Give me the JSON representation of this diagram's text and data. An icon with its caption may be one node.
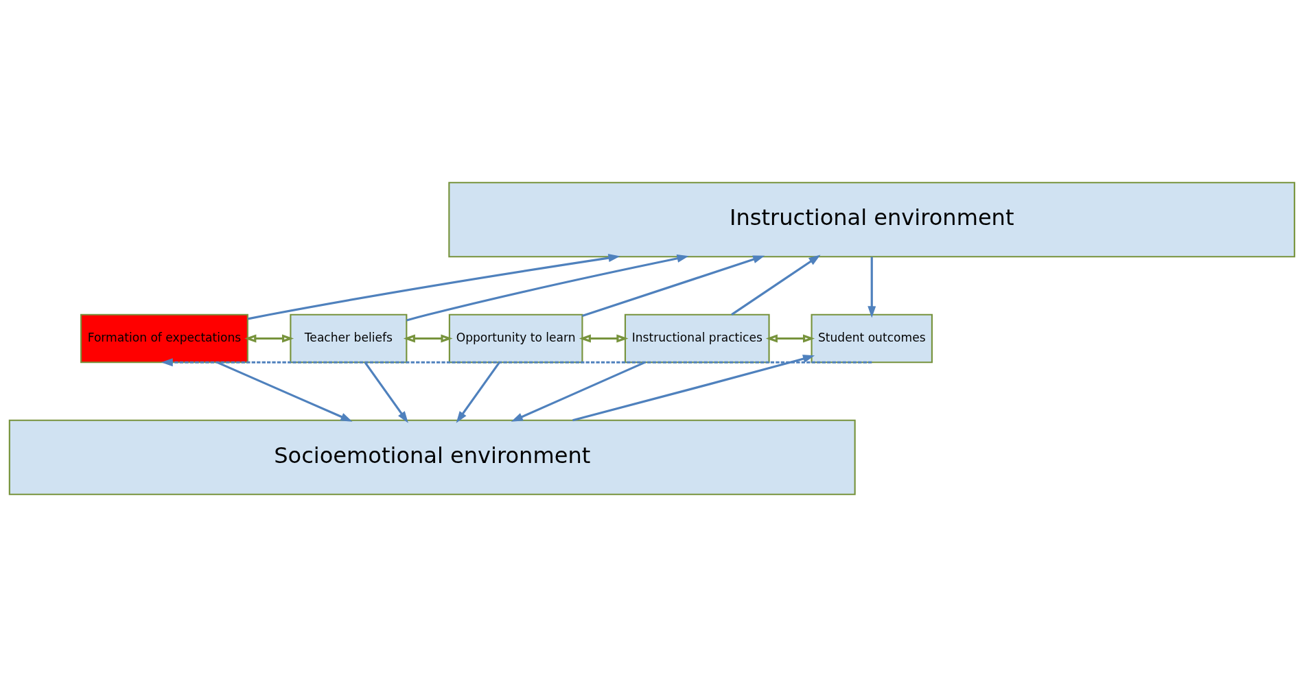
{
  "diagram": {
    "nodes": [
      {
        "text": [
          "Instructional environment"
        ]
      },
      {
        "text": [
          "Formation of expectations"
        ]
      },
      {
        "text": [
          "Teacher beliefs"
        ]
      },
      {
        "text": [
          "Opportunity to learn"
        ]
      },
      {
        "text": [
          "Instructional practices"
        ]
      },
      {
        "text": [
          "Student outcomes"
        ]
      },
      {
        "text": [
          "Socioemotional environment"
        ]
      }
    ],
    "edges": [
      {
        "from": 1,
        "to": 0,
        "arrow": "to"
      },
      {
        "from": 2,
        "to": 0,
        "arrow": "to"
      },
      {
        "from": 3,
        "to": 0,
        "arrow": "to"
      },
      {
        "from": 4,
        "to": 0,
        "arrow": "to"
      },
      {
        "from": 0,
        "to": 5,
        "arrow": "to"
      },
      {
        "from": 1,
        "to": 6,
        "arrow": "to"
      },
      {
        "from": 2,
        "to": 6,
        "arrow": "to"
      },
      {
        "from": 3,
        "to": 6,
        "arrow": "to"
      },
      {
        "from": 4,
        "to": 6,
        "arrow": "to"
      },
      {
        "from": 6,
        "to": 5,
        "arrow": "to"
      },
      {
        "from": 1,
        "to": 2,
        "arrow": "both",
        "color": "#77933c"
      },
      {
        "from": 2,
        "to": 3,
        "arrow": "both",
        "color": "#77933c"
      },
      {
        "from": 3,
        "to": 4,
        "arrow": "both",
        "color": "#77933c"
      },
      {
        "from": 4,
        "to": 5,
        "arrow": "both",
        "color": "#77933c"
      },
      {
        "from": 5,
        "to": 1,
        "arrow": "to",
        "style": "dashed"
      }
    ]
  }
}
